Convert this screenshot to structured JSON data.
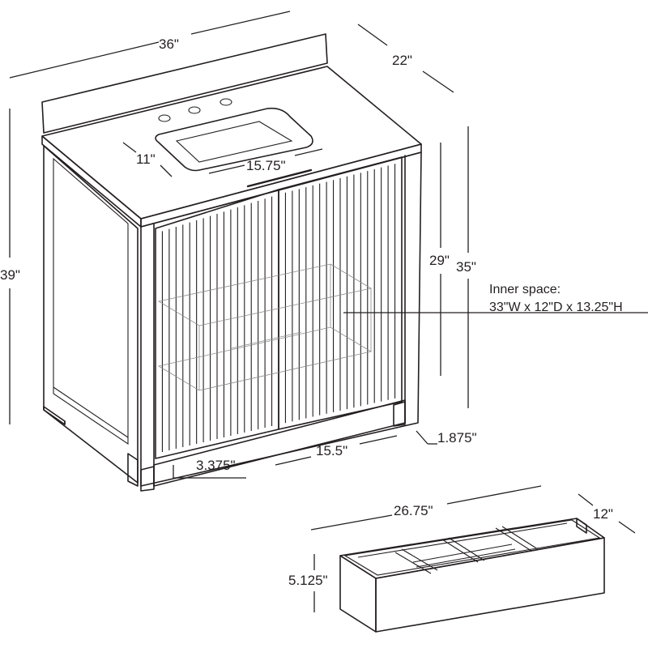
{
  "dimensions": {
    "width_top": "36\"",
    "depth_top": "22\"",
    "sink_depth": "11\"",
    "sink_width": "15.75\"",
    "total_height": "39\"",
    "cabinet_height": "29\"",
    "counter_height": "35\"",
    "leg_gap": "3.375\"",
    "leg_span": "15.5\"",
    "leg_depth": "1.875\"",
    "drawer_width": "26.75\"",
    "drawer_depth": "12\"",
    "drawer_height": "5.125\""
  },
  "inner_space": {
    "label": "Inner space:",
    "value": "33\"W x 12\"D x 13.25\"H"
  }
}
